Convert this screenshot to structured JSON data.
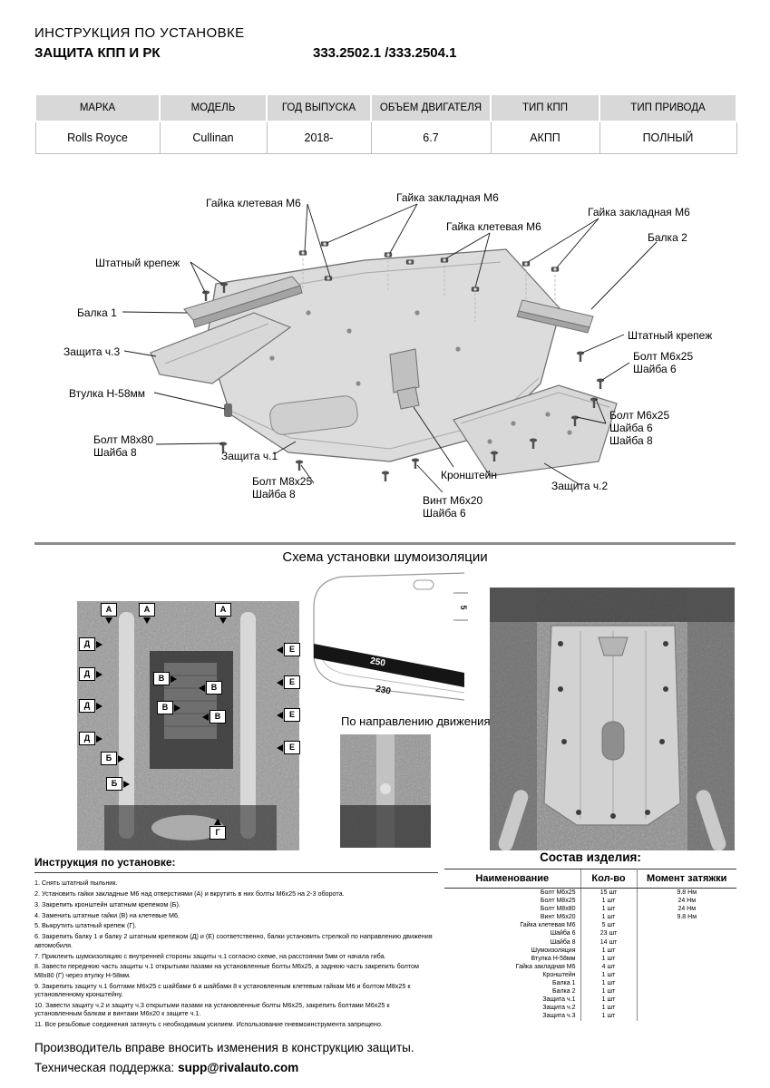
{
  "header": {
    "title_line1": "ИНСТРУКЦИЯ ПО УСТАНОВКЕ",
    "title_line2": "ЗАЩИТА КПП И РК",
    "part_numbers": "333.2502.1 /333.2504.1"
  },
  "spec_table": {
    "headers": [
      "МАРКА",
      "МОДЕЛЬ",
      "ГОД ВЫПУСКА",
      "ОБЪЕМ ДВИГАТЕЛЯ",
      "ТИП КПП",
      "ТИП ПРИВОДА"
    ],
    "row": [
      "Rolls Royce",
      "Cullinan",
      "2018-",
      "6.7",
      "АКПП",
      "ПОЛНЫЙ"
    ]
  },
  "diagram": {
    "labels": [
      "Гайка клетевая М6",
      "Гайка закладная М6",
      "Гайка клетевая М6",
      "Гайка закладная М6",
      "Балка 2",
      "Штатный крепеж",
      "Балка 1",
      "Защита ч.3",
      "Штатный крепеж",
      "Болт М6х25\nШайба 6",
      "Втулка Н-58мм",
      "Болт М6х25\nШайба 6\nШайба 8",
      "Болт М8х80\nШайба 8",
      "Защита ч.1",
      "Болт М8х25\nШайба 8",
      "Кронштейн",
      "Винт М6х20\nШайба 6",
      "Защита ч.2"
    ]
  },
  "noise_section": {
    "title": "Схема установки шумоизоляции",
    "dim_250": "250",
    "dim_230": "230",
    "dim_5": "5",
    "direction_label": "По направлению движения",
    "photo_markers": [
      "А",
      "А",
      "А",
      "Д",
      "Д",
      "Д",
      "Д",
      "Е",
      "Е",
      "Е",
      "Е",
      "В",
      "В",
      "В",
      "В",
      "Б",
      "Б",
      "Г"
    ]
  },
  "instructions": {
    "title": "Инструкция по установке:",
    "steps": [
      "1. Снять штатный пыльник.",
      "2. Установить гайки закладные М6 над отверстиями (А) и вкрутить в них болты М6х25 на 2-3 оборота.",
      "3. Закрепить кронштейн штатным крепежом (Б).",
      "4. Заменить штатные гайки (В) на клетевые М6.",
      "5. Выкрутить штатный крепеж (Г).",
      "6. Закрепить балку 1 и балку 2 штатным крепежом (Д) и (Е) соответственно, балки установить стрелкой по направлению движения автомобиля.",
      "7. Приклеить шумоизоляцию с внутренней стороны защиты ч.1 согласно схеме, на расстоянии 5мм от начала гиба.",
      "8. Завести переднюю часть защиты ч.1 открытыми пазами на установленные болты М6х25, а заднюю часть закрепить болтом М8х80 (Г) через втулку Н-58мм.",
      "9. Закрепить защиту ч.1 болтами М6х25 с шайбами 6 и шайбами 8 к установленным клетевым гайкам М6 и болтом М8х25 к установленному кронштейну.",
      "10. Завести защиту ч.2 и защиту ч.3 открытыми пазами на установленные болты М6х25, закрепить болтами М6х25 к установленным балкам и винтами М6х20 к защите ч.1.",
      "11. Все резьбовые соединения затянуть с необходимым усилием. Использование пневмоинструмента запрещено."
    ]
  },
  "parts": {
    "title": "Состав изделия:",
    "headers": [
      "Наименование",
      "Кол-во",
      "Момент затяжки"
    ],
    "rows": [
      {
        "name": "Болт М6х25",
        "qty": "15 шт",
        "torque": "9.8 Нм"
      },
      {
        "name": "Болт М8х25",
        "qty": "1 шт",
        "torque": "24 Нм"
      },
      {
        "name": "Болт М8х80",
        "qty": "1 шт",
        "torque": "24 Нм"
      },
      {
        "name": "Винт М6х20",
        "qty": "1 шт",
        "torque": "9.8 Нм"
      },
      {
        "name": "Гайка клетевая М6",
        "qty": "5 шт",
        "torque": ""
      },
      {
        "name": "Шайба 6",
        "qty": "23 шт",
        "torque": ""
      },
      {
        "name": "Шайба 8",
        "qty": "14 шт",
        "torque": ""
      },
      {
        "name": "Шумоизоляция",
        "qty": "1 шт",
        "torque": ""
      },
      {
        "name": "Втулка Н-58мм",
        "qty": "1 шт",
        "torque": ""
      },
      {
        "name": "Гайка закладная М6",
        "qty": "4 шт",
        "torque": ""
      },
      {
        "name": "Кронштейн",
        "qty": "1 шт",
        "torque": ""
      },
      {
        "name": "Балка 1",
        "qty": "1 шт",
        "torque": ""
      },
      {
        "name": "Балка 2",
        "qty": "1 шт",
        "torque": ""
      },
      {
        "name": "Защита ч.1",
        "qty": "1 шт",
        "torque": ""
      },
      {
        "name": "Защита ч.2",
        "qty": "1 шт",
        "torque": ""
      },
      {
        "name": "Защита ч.3",
        "qty": "1 шт",
        "torque": ""
      }
    ]
  },
  "footer": {
    "line1": "Производитель вправе вносить изменения в конструкцию защиты.",
    "support_label": "Техническая поддержка:",
    "email": "supp@rivalauto.com"
  },
  "colors": {
    "table_header_bg": "#d8d8d8",
    "soundproofing_strip": "#151515"
  }
}
